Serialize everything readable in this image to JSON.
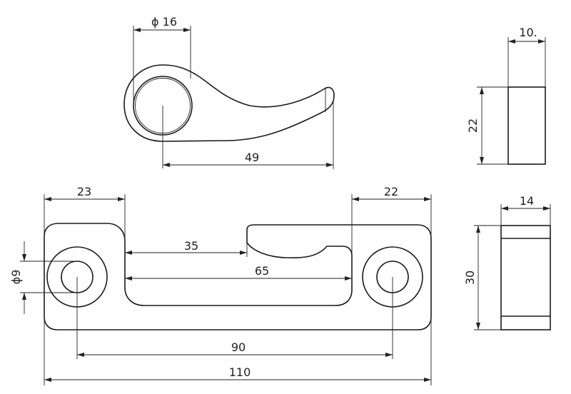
{
  "hook_view": {
    "diameter_label": "ϕ 16",
    "length_label": "49"
  },
  "hook_side_view": {
    "width_label": "10.",
    "height_label": "22"
  },
  "plate_view": {
    "left_tab_label": "23",
    "right_tab_label": "22",
    "notch_label": "35",
    "slot_label": "65",
    "hole_label": "ϕ9",
    "hole_spacing_label": "90",
    "overall_label": "110"
  },
  "plate_side_view": {
    "width_label": "14",
    "height_label": "30"
  }
}
